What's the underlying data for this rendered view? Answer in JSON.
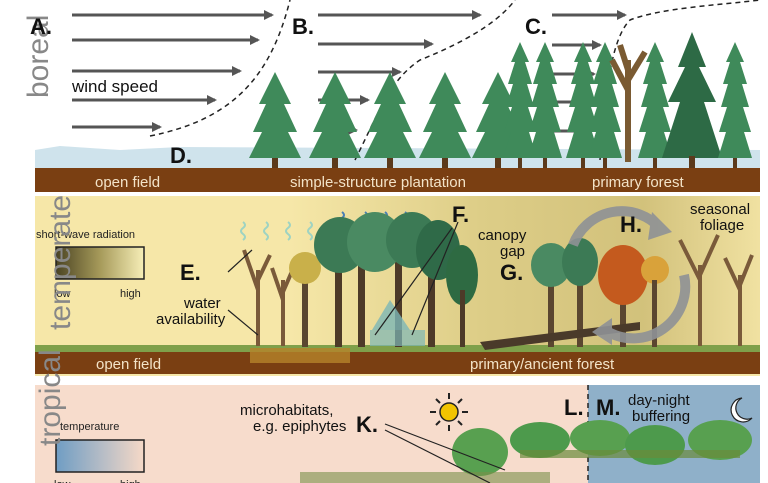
{
  "panels": {
    "boreal": {
      "zone_label": "boreal",
      "letters": {
        "a": "A.",
        "b": "B.",
        "c": "C.",
        "d": "D."
      },
      "wind_label": "wind speed",
      "ground_labels": {
        "open_field": "open field",
        "plantation": "simple-structure plantation",
        "forest": "primary forest"
      }
    },
    "temperate": {
      "zone_label": "temperate",
      "letters": {
        "e": "E.",
        "f": "F.",
        "g": "G.",
        "h": "H."
      },
      "legend": {
        "title": "short-wave radiation",
        "low": "low",
        "high": "high"
      },
      "labels": {
        "canopy_gap_1": "canopy",
        "canopy_gap_2": "gap",
        "seasonal_1": "seasonal",
        "seasonal_2": "foliage",
        "water_1": "water",
        "water_2": "availability"
      },
      "ground_labels": {
        "open_field": "open field",
        "forest": "primary/ancient forest"
      }
    },
    "tropical": {
      "zone_label": "tropical",
      "letters": {
        "k": "K.",
        "l": "L.",
        "m": "M."
      },
      "legend": {
        "title": "temperature",
        "low": "low",
        "high": "high"
      },
      "labels": {
        "micro_1": "microhabitats,",
        "micro_2": "e.g. epiphytes",
        "daynight_1": "day-night",
        "daynight_2": "buffering"
      }
    }
  },
  "colors": {
    "boreal_sky": "#ffffff",
    "snow": "#cfe3ec",
    "soil": "#7a3f12",
    "temperate_bg": "#f6e7a8",
    "tropical_day": "#f7dccc",
    "tropical_night": "#8fb0c9",
    "conifer": "#3f8a5a",
    "arrow": "#555555"
  }
}
